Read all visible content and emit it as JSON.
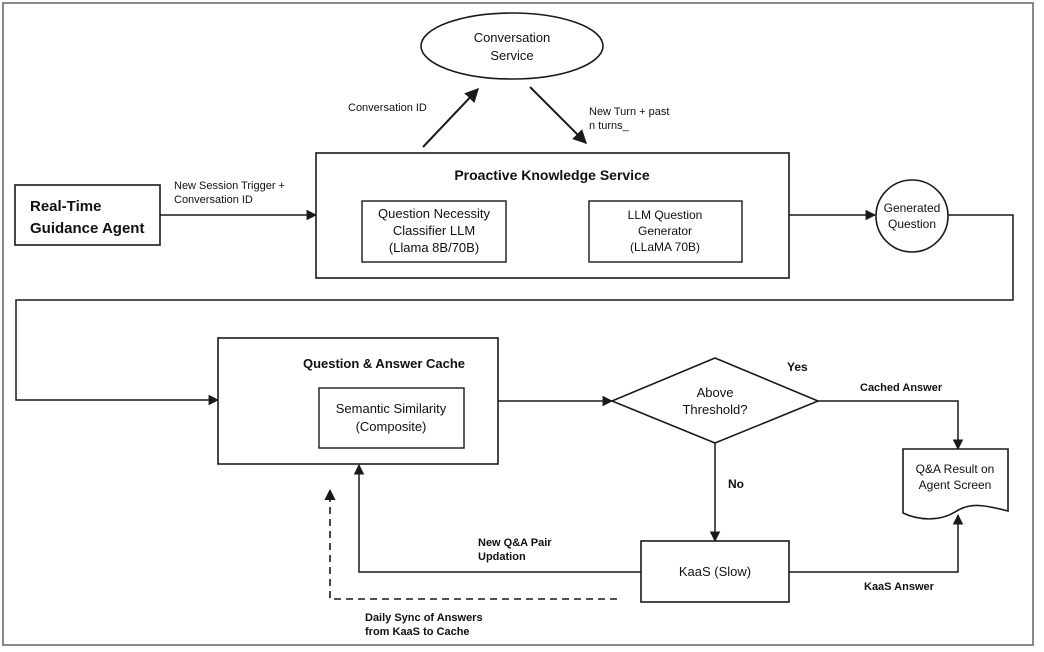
{
  "nodes": {
    "agent": {
      "line1": "Real-Time",
      "line2": "Guidance Agent"
    },
    "conversation_service": {
      "line1": "Conversation",
      "line2": "Service"
    },
    "pks": {
      "title": "Proactive Knowledge Service"
    },
    "classifier": {
      "line1": "Question Necessity",
      "line2": "Classifier LLM",
      "line3": "(Llama 8B/70B)"
    },
    "generator": {
      "line1": "LLM Question",
      "line2": "Generator",
      "line3": "(LLaMA 70B)"
    },
    "generated_question": {
      "line1": "Generated",
      "line2": "Question"
    },
    "cache": {
      "title": "Question & Answer Cache"
    },
    "similarity": {
      "line1": "Semantic Similarity",
      "line2": "(Composite)"
    },
    "threshold": {
      "line1": "Above",
      "line2": "Threshold?"
    },
    "kaas": {
      "label": "KaaS (Slow)"
    },
    "result": {
      "line1": "Q&A Result on",
      "line2": "Agent Screen"
    }
  },
  "edges": {
    "new_session": {
      "line1": "New Session Trigger +",
      "line2": "Conversation ID"
    },
    "conversation_id": {
      "label": "Conversation ID"
    },
    "new_turn": {
      "line1": "New Turn + past",
      "line2": "n turns_"
    },
    "yes": {
      "label": "Yes"
    },
    "no": {
      "label": "No"
    },
    "cached_answer": {
      "label": "Cached Answer"
    },
    "kaas_answer": {
      "label": "KaaS Answer"
    },
    "new_qa_pair": {
      "line1": "New Q&A Pair",
      "line2": "Updation"
    },
    "daily_sync": {
      "line1": "Daily Sync of Answers",
      "line2": "from KaaS to Cache"
    }
  }
}
